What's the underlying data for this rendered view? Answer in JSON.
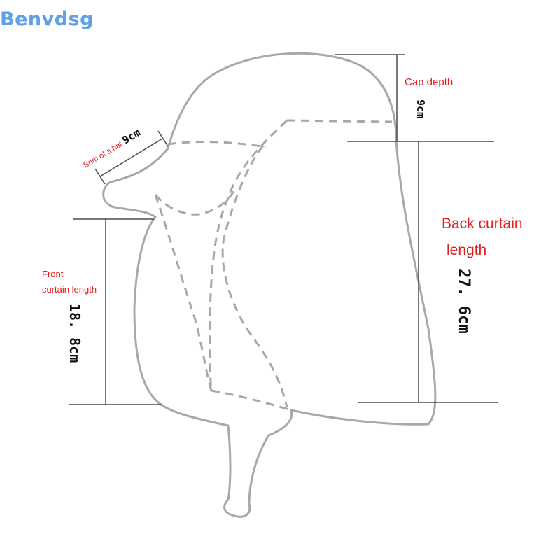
{
  "brand": {
    "name": "Benvdsg",
    "color": "#5fa0e6"
  },
  "colors": {
    "outline": "#a8a8a8",
    "dashed": "#a8a8a8",
    "dimension_line": "#4a4a4a",
    "label_red": "#e02020",
    "value_text": "#111111"
  },
  "measurements": {
    "brim": {
      "label": "Brim of a hat",
      "value": "9cm"
    },
    "cap_depth": {
      "label": "Cap depth",
      "value": "9cm"
    },
    "back_curtain": {
      "label_line1": "Back curtain",
      "label_line2": "length",
      "value": "27. 6cm"
    },
    "front_curtain": {
      "label_line1": "Front",
      "label_line2": "curtain length",
      "value": "18. 8cm"
    }
  }
}
